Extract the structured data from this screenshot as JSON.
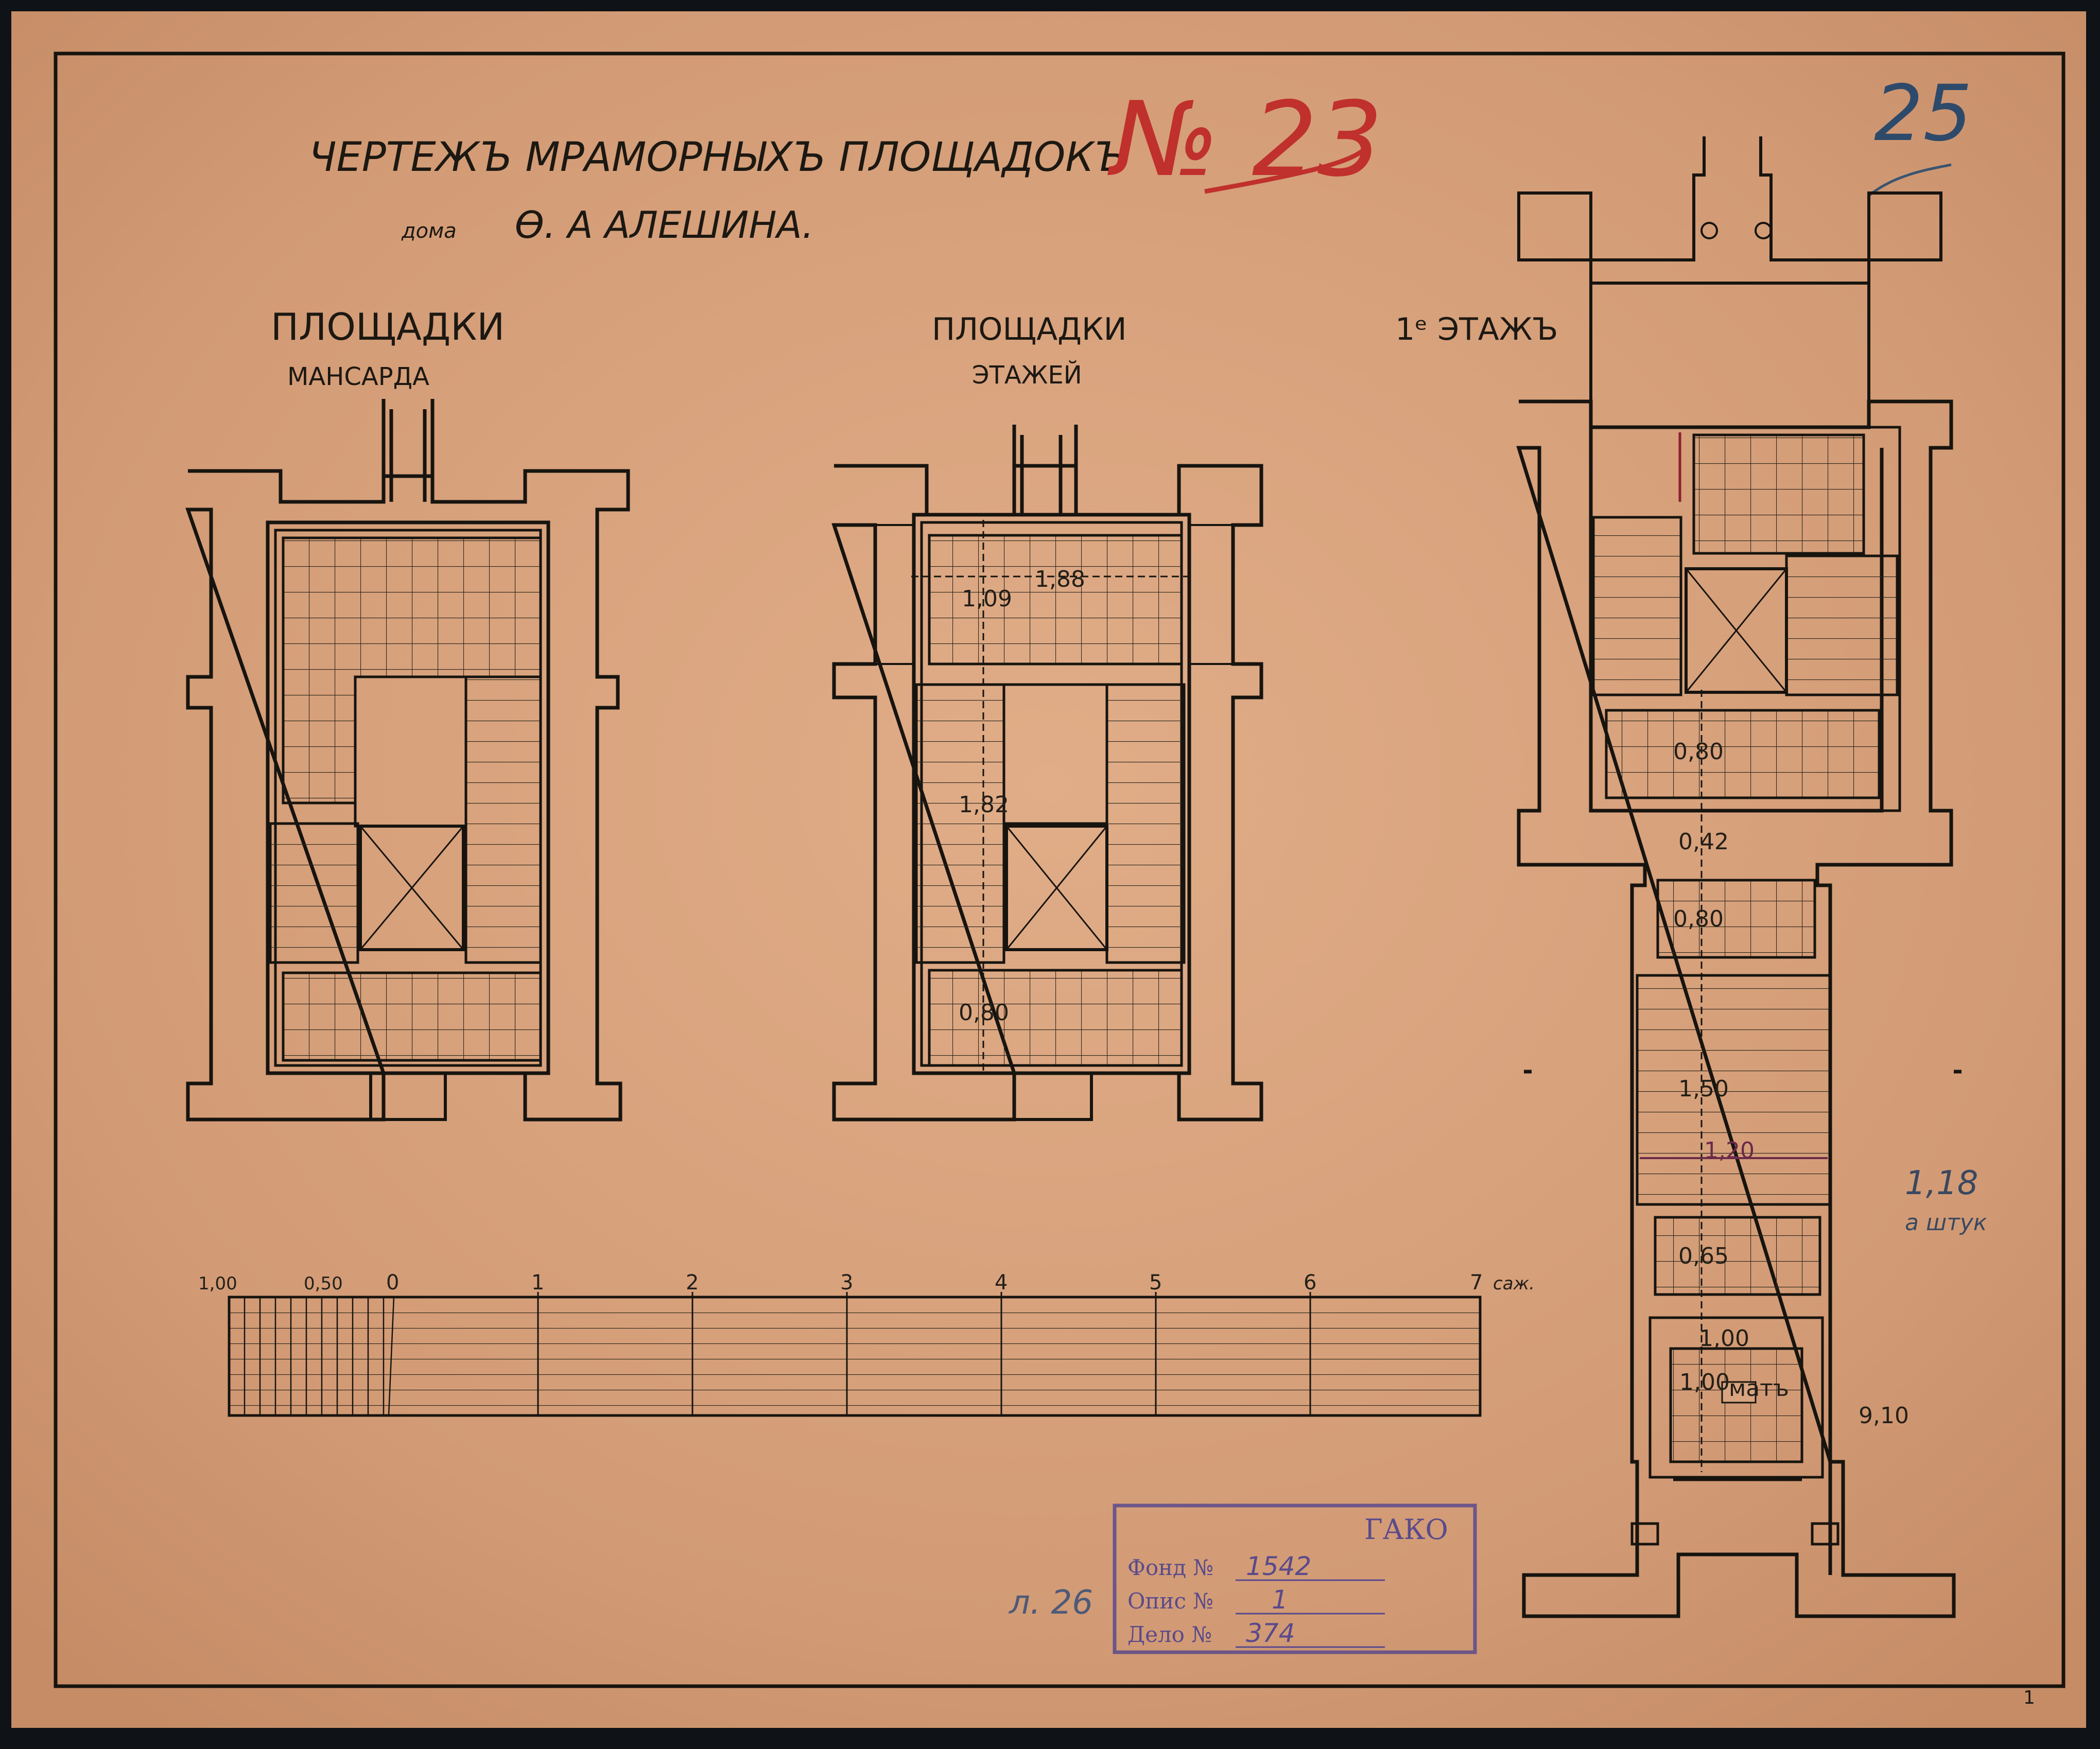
{
  "sheet": {
    "title_line1": "ЧЕРТЕЖЪ МРАМОРНЫХЪ ПЛОЩАДОКЪ",
    "title_line2_prefix": "дома",
    "title_line2_name": "Ѳ. А АЛЕШИНА.",
    "number_red": "№ 23",
    "sheet_number": "25",
    "folio_number": "1"
  },
  "plans": {
    "attic": {
      "title": "ПЛОЩАДКИ",
      "subtitle": "МАНСАРДА"
    },
    "floors": {
      "title": "ПЛОЩАДКИ",
      "subtitle": "ЭТАЖЕЙ",
      "dims": {
        "d1": "1,09",
        "d2": "1,88",
        "d3": "1,82",
        "d4": "0,80"
      }
    },
    "ground": {
      "title": "1ᵉ ЭТАЖЪ",
      "dims": {
        "d1": "0,80",
        "d2": "0,42",
        "d3": "0,80",
        "d4": "1,50",
        "d5": "1,20",
        "d6": "0,65",
        "d7": "1,00",
        "d8": "1,00",
        "d9": "матъ",
        "d10": "9,10"
      }
    }
  },
  "side_note": {
    "value": "1,18",
    "text": "а штук"
  },
  "scale_bar": {
    "labels": [
      "1,00",
      "0,50",
      "0",
      "1",
      "2",
      "3",
      "4",
      "5",
      "6",
      "7"
    ],
    "unit": "саж."
  },
  "stamp": {
    "archive": "ГАКО",
    "fond_label": "Фонд №",
    "fond_value": "1542",
    "opis_label": "Опис №",
    "opis_value": "1",
    "delo_label": "Дело №",
    "delo_value": "374"
  },
  "pencil_note": "л. 26",
  "colors": {
    "paper": "#d6a07a",
    "ink": "#17140f",
    "red_number": "#c0302c",
    "blue_pencil": "#2e4a6b",
    "stamp_violet": "#5a4a8c",
    "purple_dim": "#6a2a4a"
  }
}
